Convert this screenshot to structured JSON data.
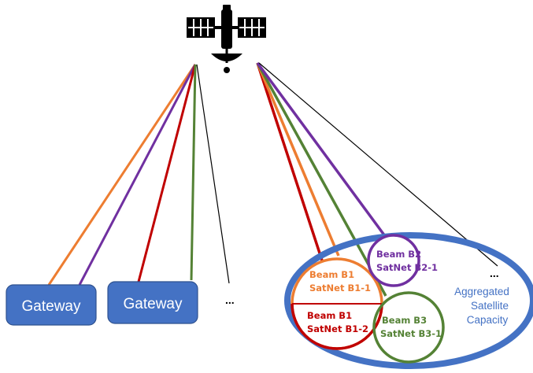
{
  "gateways": [
    {
      "label": "Gateway"
    },
    {
      "label": "Gateway"
    }
  ],
  "gateway_more": "...",
  "beams": [
    {
      "line1": "Beam B1",
      "line2": "SatNet B1-1",
      "color": "#ed7d31"
    },
    {
      "line1": "Beam B1",
      "line2": "SatNet B1-2",
      "color": "#c00000"
    },
    {
      "line1": "Beam B2",
      "line2": "SatNet B2-1",
      "color": "#7030a0"
    },
    {
      "line1": "Beam B3",
      "line2": "SatNet B3-1",
      "color": "#548235"
    }
  ],
  "beam_more": "...",
  "aggregate": {
    "line1": "Aggregated",
    "line2": "Satellite",
    "line3": "Capacity"
  },
  "colors": {
    "orange": "#ed7d31",
    "purple": "#7030a0",
    "red": "#c00000",
    "green": "#548235",
    "black": "#000000",
    "blue": "#4472c4"
  },
  "icons": {
    "satellite": "satellite-icon"
  }
}
